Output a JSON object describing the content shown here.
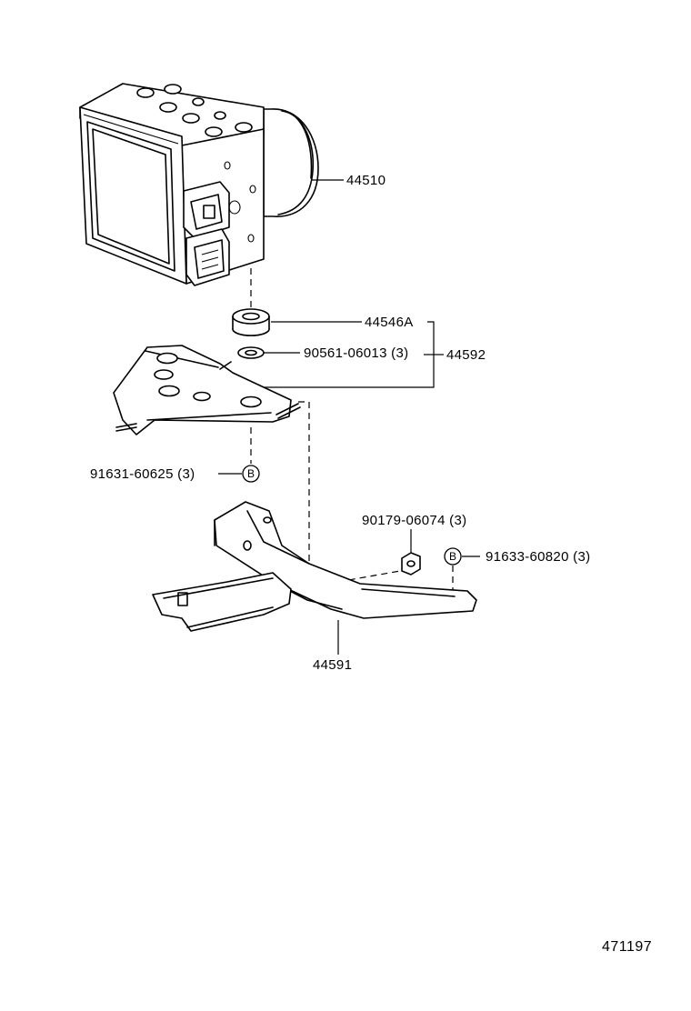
{
  "parts": {
    "actuator": "44510",
    "cushion": "44546A",
    "washer": "90561-06013 (3)",
    "bracket_set": "44592",
    "bracket_bolt": "91631-60625 (3)",
    "nut": "90179-06074 (3)",
    "lower_bolt": "91633-60820 (3)",
    "lower_bracket": "44591"
  },
  "markers": {
    "b_left": "B",
    "b_right": "B"
  },
  "diagram_id": "471197"
}
